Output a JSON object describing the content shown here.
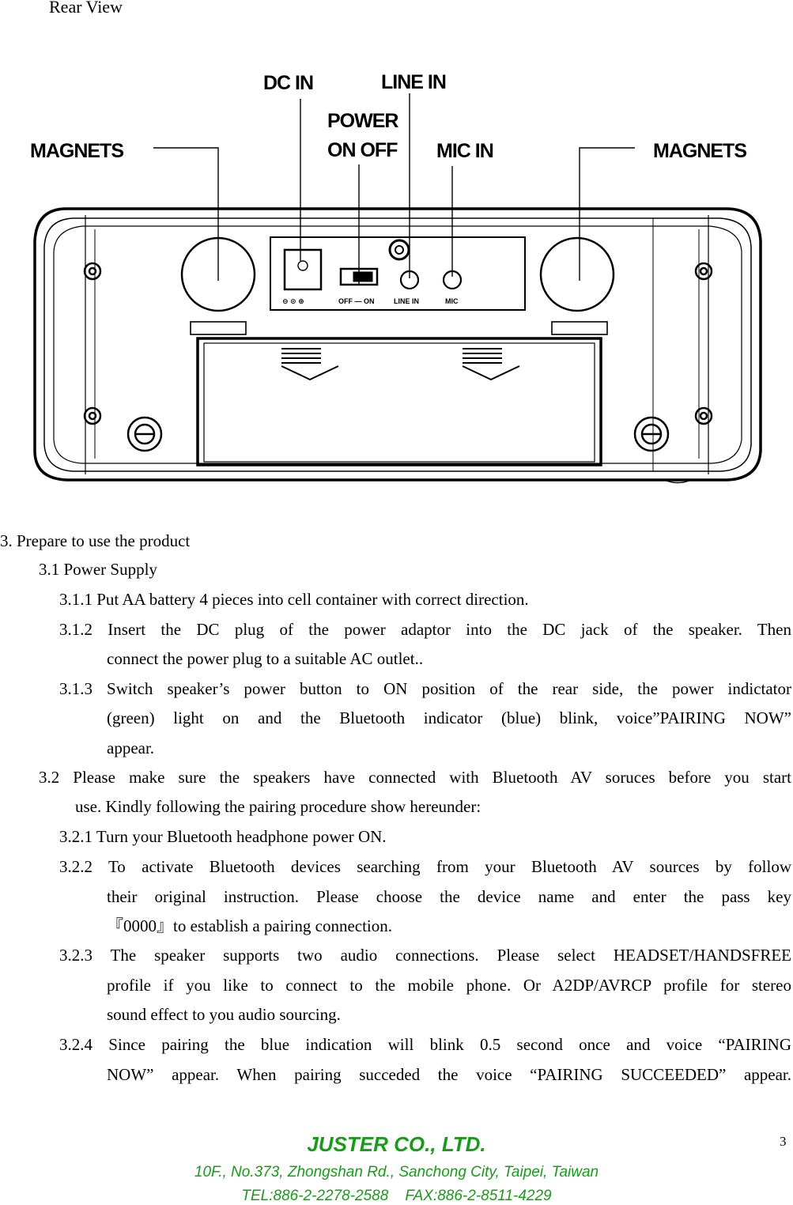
{
  "view_title": "Rear View",
  "diagram": {
    "callouts": {
      "magnets_left": "MAGNETS",
      "dc_in": "DC IN",
      "line_in": "LINE IN",
      "power_line1": "POWER",
      "power_line2": "ON OFF",
      "mic_in": "MIC IN",
      "magnets_right": "MAGNETS"
    },
    "panel": {
      "polarity": "⊖ ⊙ ⊕",
      "switch_label": "OFF — ON",
      "line_in": "LINE  IN",
      "mic": "MIC"
    }
  },
  "body": {
    "h3": "3. Prepare to use the product",
    "h3_1": "3.1 Power Supply",
    "p311": "3.1.1 Put AA battery 4 pieces into cell container with correct direction.",
    "p312a": "3.1.2 Insert the DC plug of the power adaptor into the DC jack of the speaker.  Then",
    "p312b": "connect the power plug to a suitable AC outlet..",
    "p313a": "3.1.3 Switch speaker’s power button to ON position of the rear side, the power indictator",
    "p313b": "(green) light on and the Bluetooth indicator (blue) blink, voice”PAIRING NOW”",
    "p313c": "appear.",
    "p32a": "3.2 Please make sure the speakers have connected with Bluetooth AV soruces before you start",
    "p32b": "use. Kindly following the pairing procedure show hereunder:",
    "p321": "3.2.1 Turn your Bluetooth headphone power ON.",
    "p322a": "3.2.2 To activate Bluetooth devices searching from your Bluetooth AV sources by follow",
    "p322b": "their original instruction. Please choose the device name and enter the pass key",
    "p322c": "『0000』to establish a pairing connection.",
    "p323a": "3.2.3 The speaker supports two audio connections. Please select HEADSET/HANDSFREE",
    "p323b": "profile if you like to connect to the mobile phone. Or A2DP/AVRCP profile for stereo",
    "p323c": "sound effect to you audio sourcing.",
    "p324a": "3.2.4 Since pairing the blue indication will blink 0.5 second once and voice “PAIRING",
    "p324b": "NOW” appear. When pairing succeded the voice “PAIRING SUCCEEDED” appear."
  },
  "footer": {
    "company": "JUSTER CO., LTD.",
    "address": "10F., No.373, Zhongshan Rd., Sanchong City, Taipei, Taiwan",
    "tel": "TEL:886-2-2278-2588    FAX:886-2-8511-4229",
    "color": "#1a9a1a"
  },
  "page_number": "3"
}
